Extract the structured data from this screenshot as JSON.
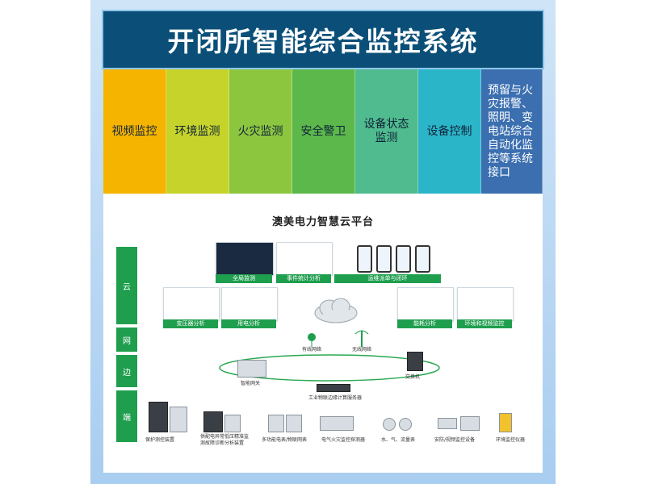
{
  "banner": {
    "title": "开闭所智能综合监控系统"
  },
  "modules": [
    {
      "label": "视频监控",
      "color": "#f5b400"
    },
    {
      "label": "环境监测",
      "color": "#c6d32a"
    },
    {
      "label": "火灾监测",
      "color": "#8cc63f"
    },
    {
      "label": "安全警卫",
      "color": "#5cb84a"
    },
    {
      "label": "设备状态监测",
      "color": "#4fbb8e"
    },
    {
      "label": "设备控制",
      "color": "#2bb5c9"
    },
    {
      "label": "预留与火灾报警、照明、变电站综合自动化监控等系统接口",
      "color": "#3b6fb0"
    }
  ],
  "platform": {
    "title": "澳美电力智慧云平台",
    "layers": [
      "云",
      "网",
      "边",
      "端"
    ],
    "cloud_tags": [
      "全局监测",
      "事件统计分析",
      "运维派单与闭环",
      "变压器分析",
      "用电分析",
      "能耗分析",
      "环境和视频监控"
    ],
    "network_labels": [
      "有线网络",
      "无线网络"
    ],
    "edge_labels": [
      "智能网关",
      "工业物联边缘计算服务器",
      "交换机"
    ],
    "device_labels": [
      "保护测控装置",
      "供配电异常低压精准监测故障诊断分析装置",
      "多功能电表/物联网表",
      "电气火灾监控探测器",
      "水、气、流量表",
      "安防/视频监控设备",
      "环境监控仪器"
    ]
  }
}
